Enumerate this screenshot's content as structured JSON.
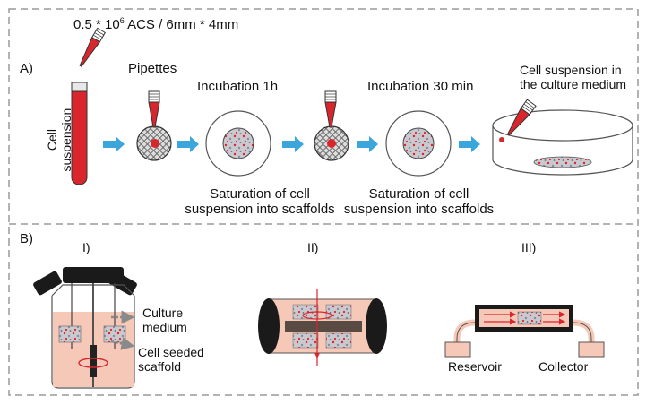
{
  "panel_a": {
    "label": "A)",
    "density_text": "0.5 * 10",
    "density_exp": "6",
    "density_rest": " ACS / 6mm * 4mm",
    "cell_line1": "Cell",
    "cell_line2": "suspension",
    "pipettes": "Pipettes",
    "incubation_1h": "Incubation 1h",
    "incubation_30min": "Incubation 30 min",
    "saturation_1_line1": "Saturation of cell",
    "saturation_1_line2": "suspension into scaffolds",
    "saturation_2_line1": "Saturation of cell",
    "saturation_2_line2": "suspension into scaffolds",
    "culture_medium_line1": "Cell suspension in",
    "culture_medium_line2": "the culture medium"
  },
  "panel_b": {
    "label": "B)",
    "sub_i": "I)",
    "sub_ii": "II)",
    "sub_iii": "III)",
    "culture_line1": "Culture",
    "culture_line2": "medium",
    "seeded_line1": "Cell seeded",
    "seeded_line2": "scaffold",
    "reservoir": "Reservoir",
    "collector": "Collector"
  },
  "colors": {
    "red": "#d9262c",
    "arrow_blue": "#3aa6dc",
    "medium_pink": "#f6c8b8",
    "frame_gray": "#9a9a9a",
    "dark": "#1a1a1a"
  }
}
